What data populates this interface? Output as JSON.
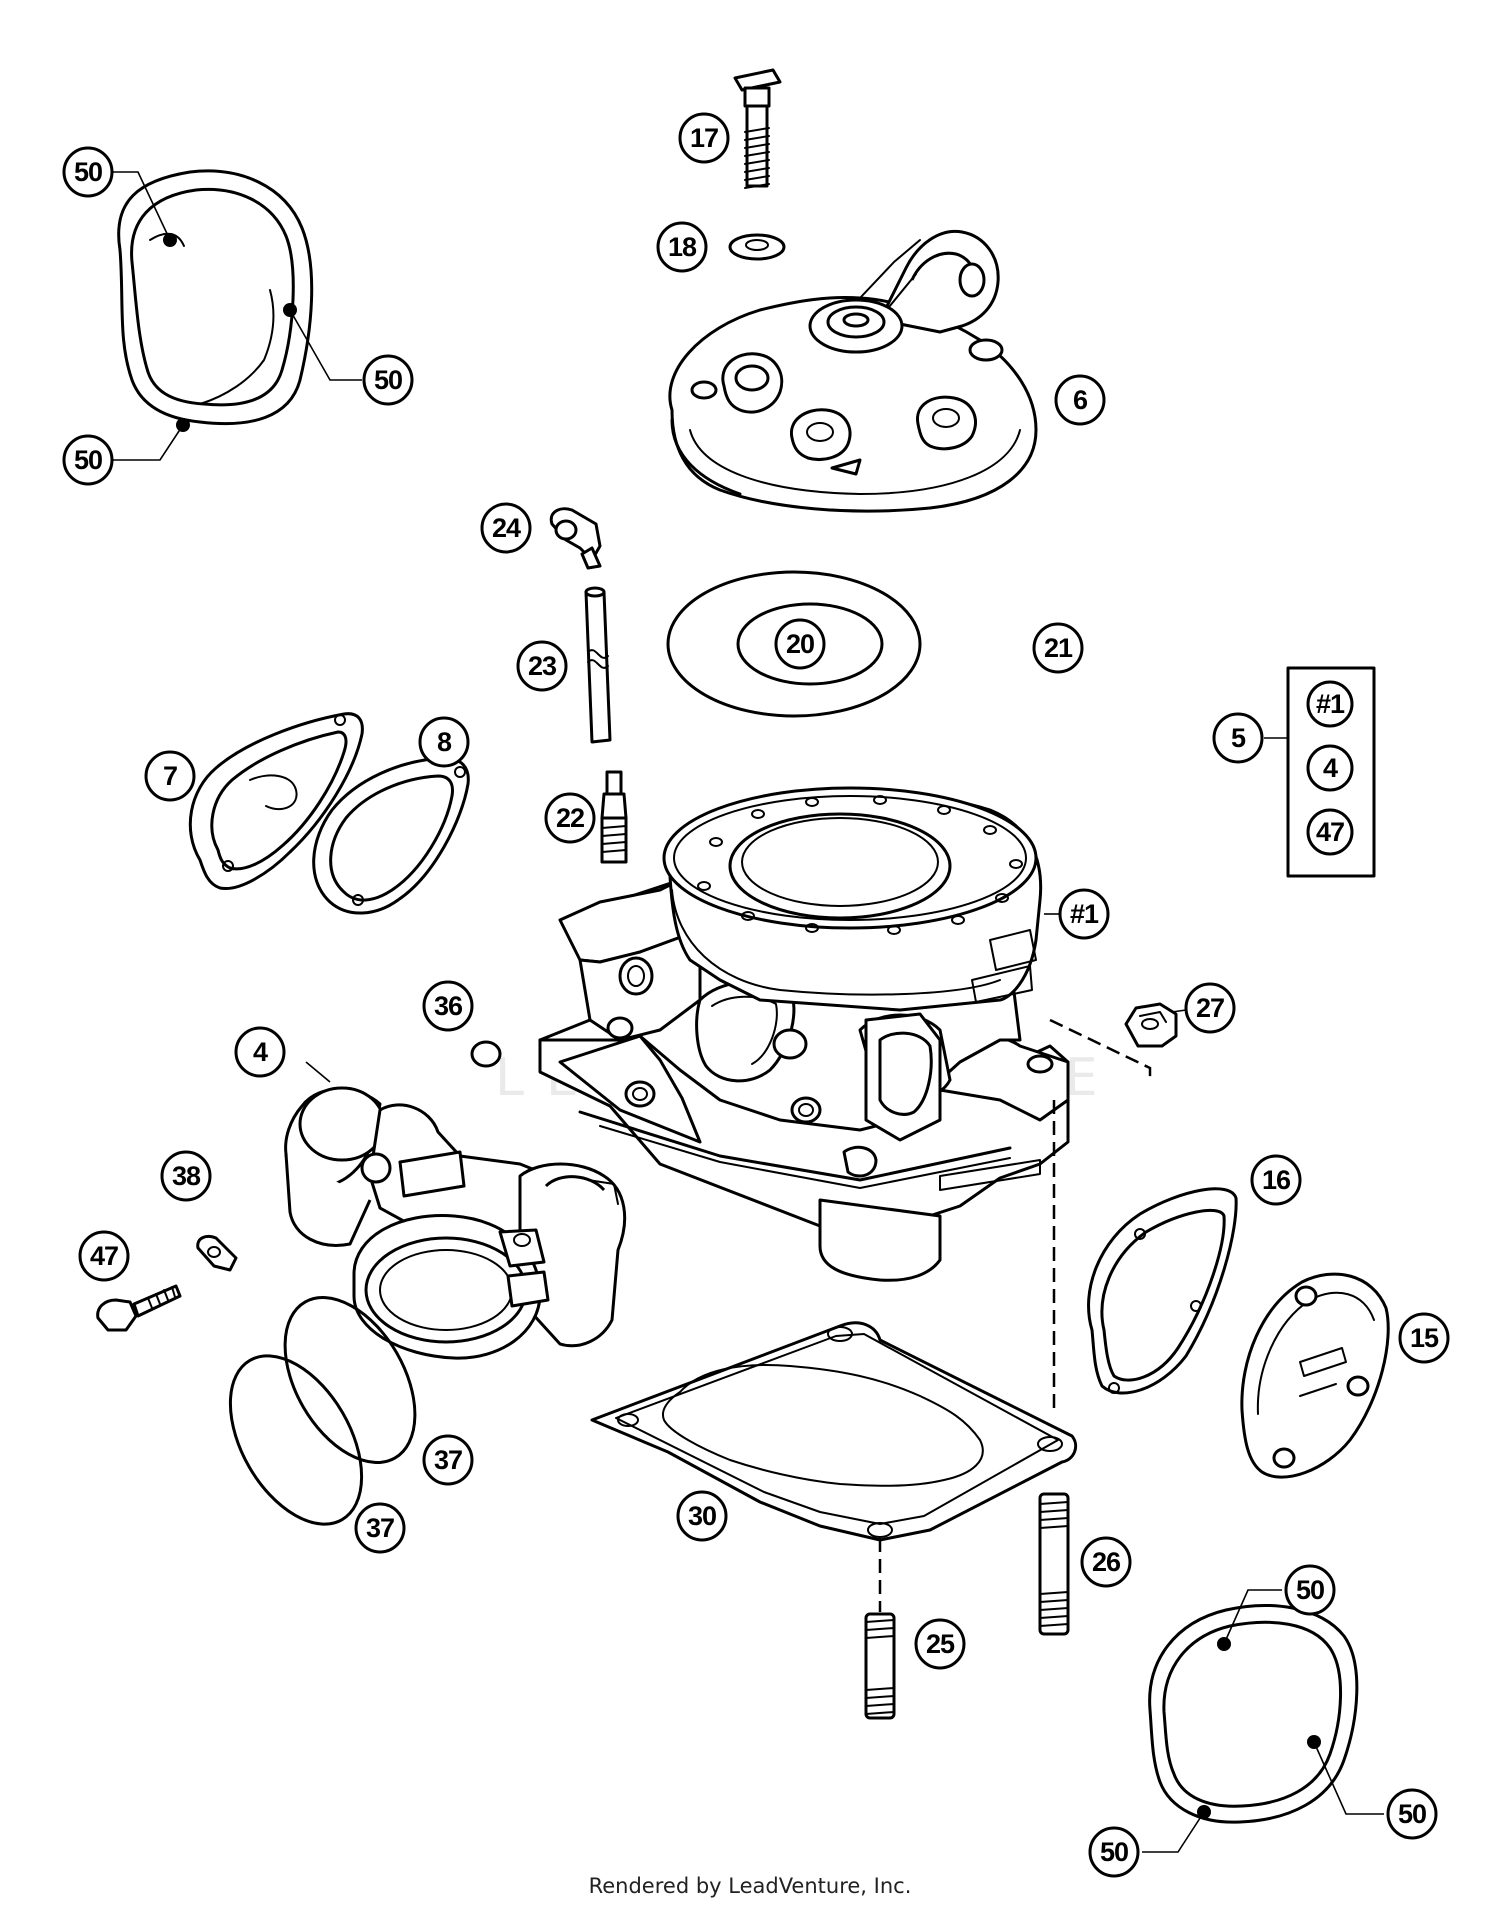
{
  "diagram": {
    "watermark": "LEADVENTURE",
    "footer": "Rendered by LeadVenture, Inc.",
    "kit_box": {
      "label": "5",
      "contents": [
        "#1",
        "4",
        "47"
      ]
    },
    "callouts": [
      {
        "id": "c-50-a",
        "label": "50"
      },
      {
        "id": "c-50-b",
        "label": "50"
      },
      {
        "id": "c-50-c",
        "label": "50"
      },
      {
        "id": "c-17",
        "label": "17"
      },
      {
        "id": "c-18",
        "label": "18"
      },
      {
        "id": "c-6",
        "label": "6"
      },
      {
        "id": "c-24",
        "label": "24"
      },
      {
        "id": "c-23",
        "label": "23"
      },
      {
        "id": "c-20",
        "label": "20"
      },
      {
        "id": "c-21",
        "label": "21"
      },
      {
        "id": "c-7",
        "label": "7"
      },
      {
        "id": "c-8",
        "label": "8"
      },
      {
        "id": "c-22",
        "label": "22"
      },
      {
        "id": "c-h1",
        "label": "#1"
      },
      {
        "id": "c-27",
        "label": "27"
      },
      {
        "id": "c-36",
        "label": "36"
      },
      {
        "id": "c-4",
        "label": "4"
      },
      {
        "id": "c-38",
        "label": "38"
      },
      {
        "id": "c-47",
        "label": "47"
      },
      {
        "id": "c-16",
        "label": "16"
      },
      {
        "id": "c-15",
        "label": "15"
      },
      {
        "id": "c-37-a",
        "label": "37"
      },
      {
        "id": "c-37-b",
        "label": "37"
      },
      {
        "id": "c-30",
        "label": "30"
      },
      {
        "id": "c-26",
        "label": "26"
      },
      {
        "id": "c-25",
        "label": "25"
      },
      {
        "id": "c-50-d",
        "label": "50"
      },
      {
        "id": "c-50-e",
        "label": "50"
      },
      {
        "id": "c-50-f",
        "label": "50"
      }
    ]
  }
}
